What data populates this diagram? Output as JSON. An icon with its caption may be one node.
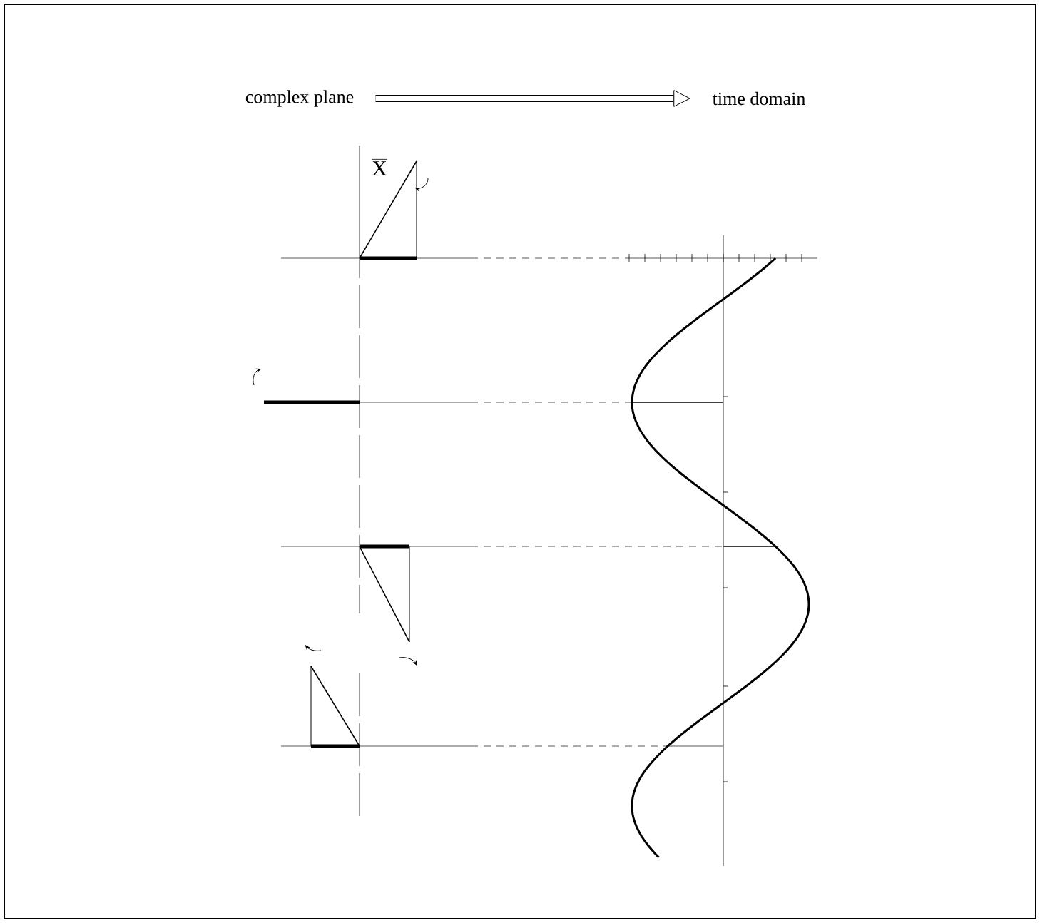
{
  "diagram": {
    "nodes": [
      {
        "text": [
          "complex plane"
        ]
      },
      {
        "text": [
          "time domain"
        ]
      }
    ],
    "edges": [
      {
        "from": 0,
        "to": 1,
        "arrow": "to"
      }
    ],
    "labels": [
      "X"
    ]
  }
}
